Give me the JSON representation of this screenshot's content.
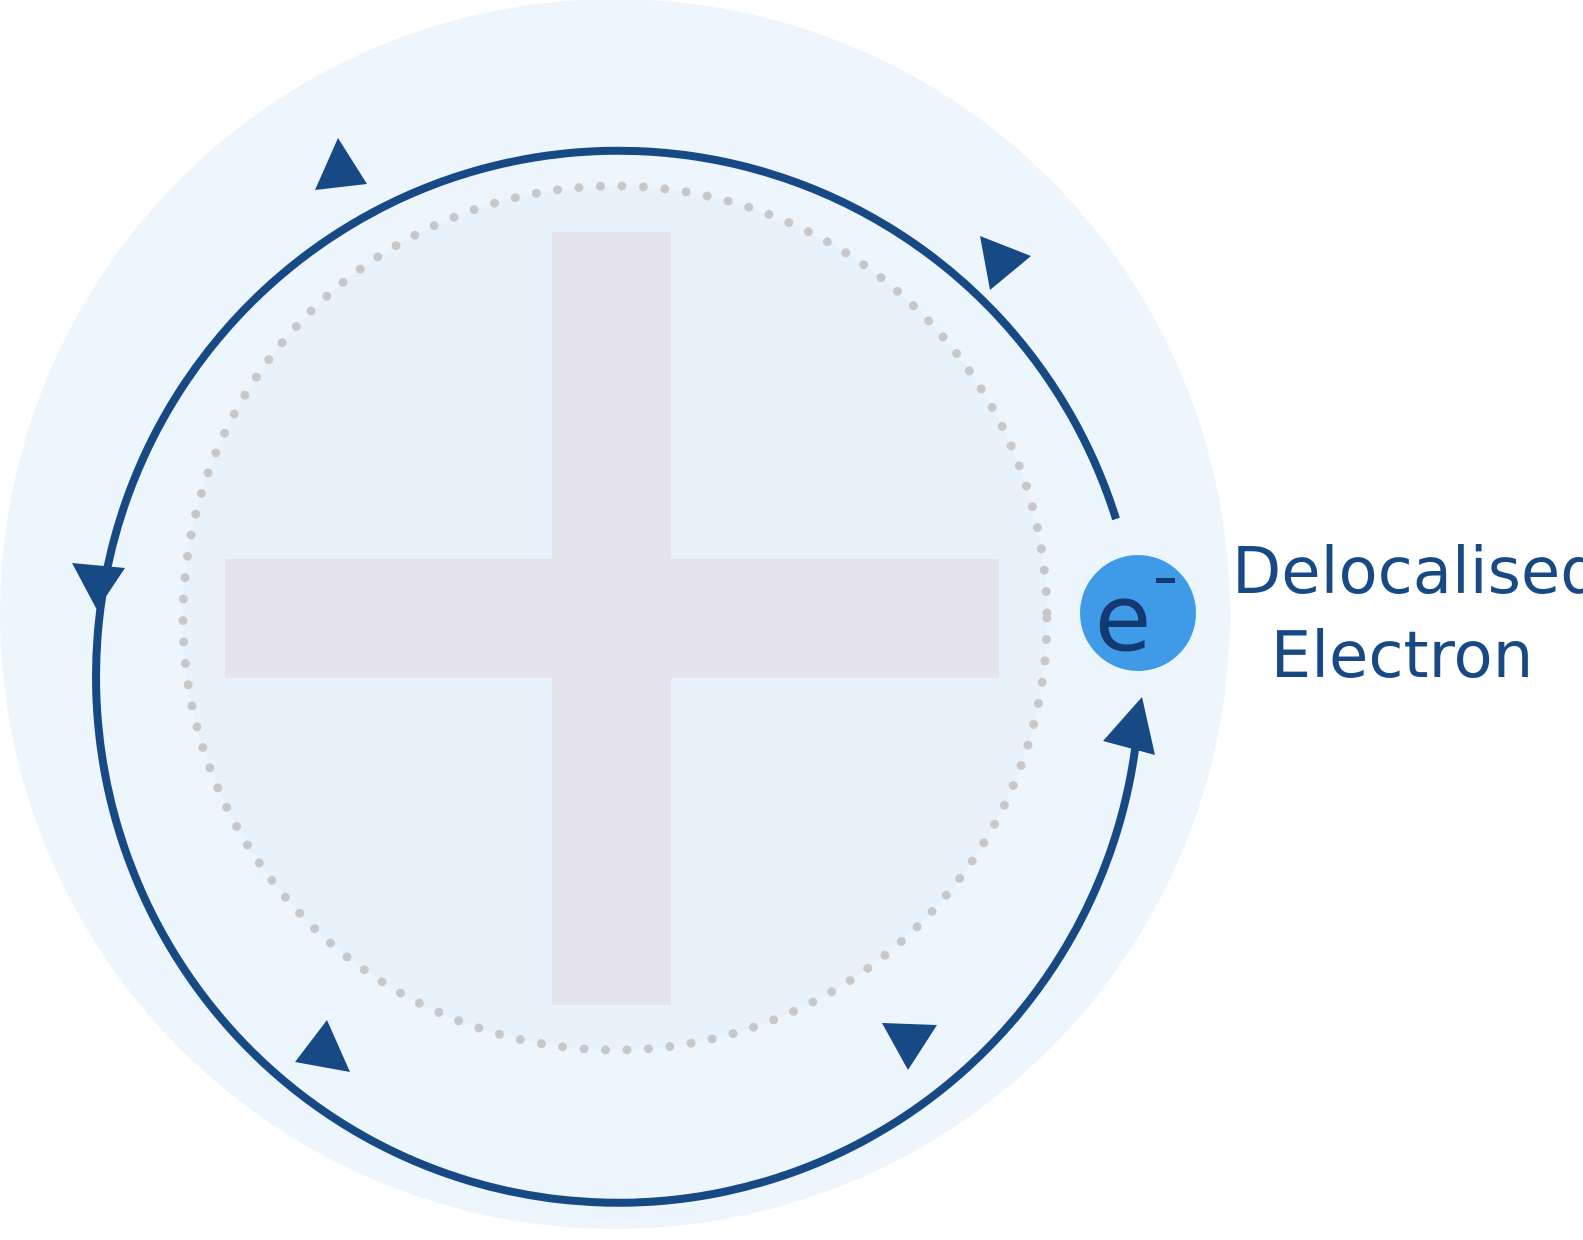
{
  "diagram": {
    "electron_symbol": "e",
    "electron_charge": "−",
    "label_line1": "Delocalised",
    "label_line2": "Electron",
    "colors": {
      "outer_field": "#eef6fd",
      "inner_field": "#e8f2fb",
      "positive_sign": "#e4e4ea",
      "orbit": "#174a85",
      "electron": "#3f9be8",
      "electron_text": "#133a70",
      "dots": "#c8c8c8"
    },
    "central_sign": "positive-ion-plus",
    "orbit_direction": "counterclockwise"
  }
}
